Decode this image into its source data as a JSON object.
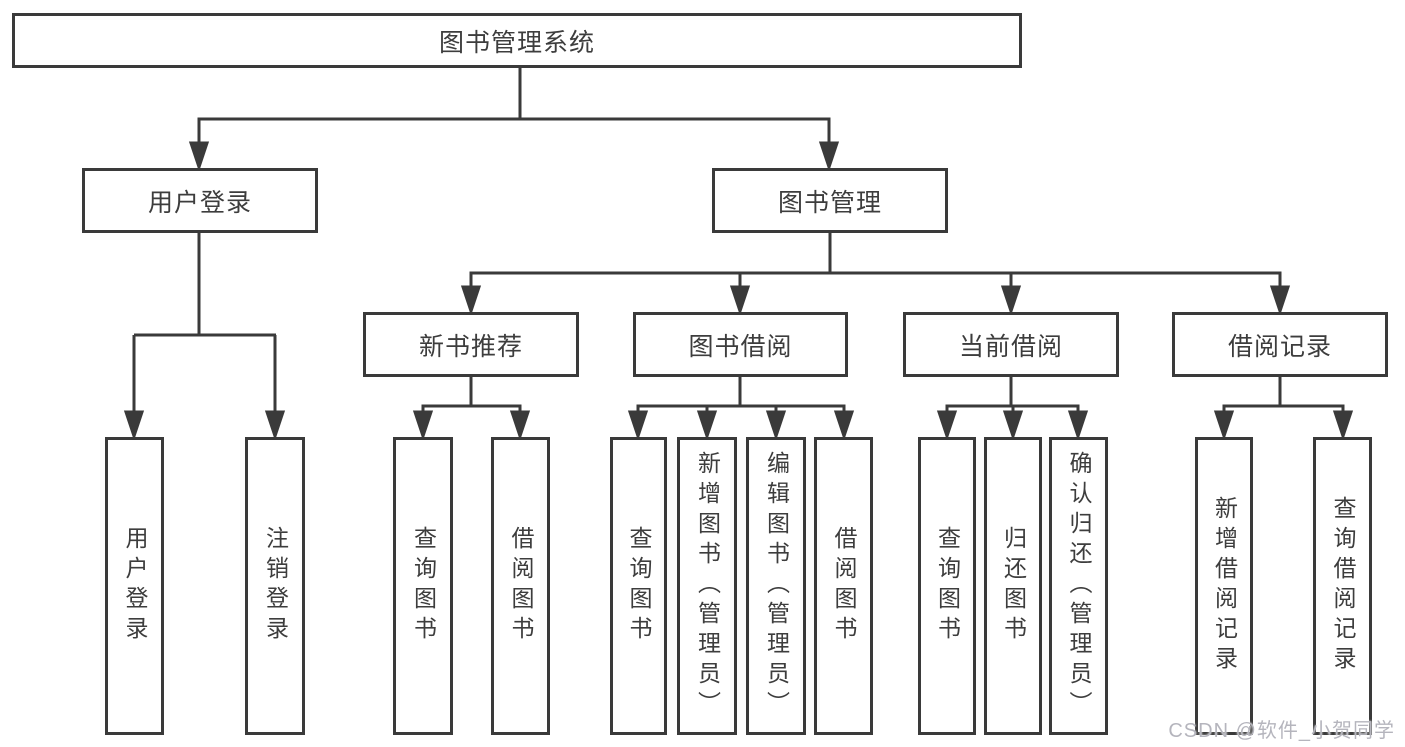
{
  "tree": {
    "label": "图书管理系统",
    "children": [
      {
        "label": "用户登录",
        "children": [
          {
            "label": "用户登录"
          },
          {
            "label": "注销登录"
          }
        ]
      },
      {
        "label": "图书管理",
        "children": [
          {
            "label": "新书推荐",
            "children": [
              {
                "label": "查询图书"
              },
              {
                "label": "借阅图书"
              }
            ]
          },
          {
            "label": "图书借阅",
            "children": [
              {
                "label": "查询图书"
              },
              {
                "label": "新增图书（管理员）"
              },
              {
                "label": "编辑图书（管理员）"
              },
              {
                "label": "借阅图书"
              }
            ]
          },
          {
            "label": "当前借阅",
            "children": [
              {
                "label": "查询图书"
              },
              {
                "label": "归还图书"
              },
              {
                "label": "确认归还（管理员）"
              }
            ]
          },
          {
            "label": "借阅记录",
            "children": [
              {
                "label": "新增借阅记录"
              },
              {
                "label": "查询借阅记录"
              }
            ]
          }
        ]
      }
    ]
  },
  "watermark": {
    "text": "CSDN @软件_小贺同学"
  },
  "colors": {
    "line": "#3a3a3a",
    "text": "#3d3d3d",
    "background": "#ffffff",
    "watermark": "#b5b5bd"
  }
}
